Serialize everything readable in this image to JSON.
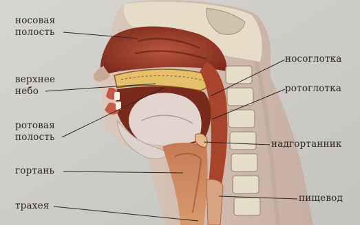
{
  "labels": {
    "nasal_cavity": [
      "носовая",
      "полость"
    ],
    "hard_palate": [
      "верхнее",
      "небо"
    ],
    "oral_cavity": [
      "ротовая",
      "полость"
    ],
    "larynx": "гортань",
    "trachea": "трахея",
    "nasopharynx": "носоглотка",
    "oropharynx": "ротоглотка",
    "epiglottis": "надгортанник",
    "esophagus": "пищевод"
  }
}
